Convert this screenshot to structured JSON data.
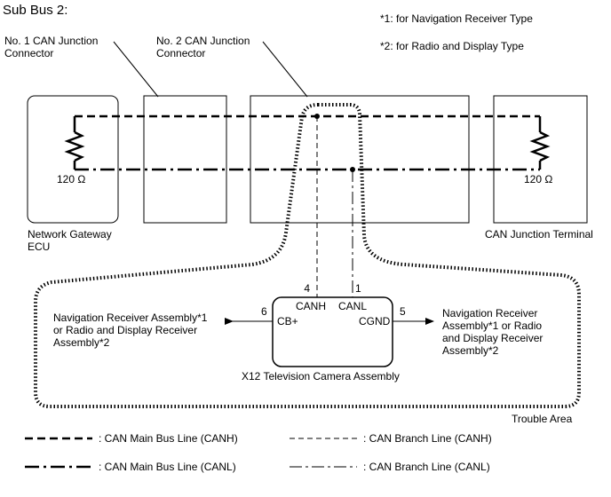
{
  "title": "Sub Bus 2:",
  "notes": {
    "note1": "*1: for Navigation Receiver Type",
    "note2": "*2: for Radio and Display Type"
  },
  "components": {
    "jc1_line1": "No. 1 CAN Junction",
    "jc1_line2": "Connector",
    "jc2_line1": "No. 2 CAN Junction",
    "jc2_line2": "Connector",
    "gateway_line1": "Network Gateway",
    "gateway_line2": "ECU",
    "terminal": "CAN Junction Terminal",
    "resistor_left": "120 Ω",
    "resistor_right": "120 Ω",
    "camera": "X12  Television Camera Assembly",
    "trouble_area": "Trouble Area"
  },
  "pins": {
    "canh_num": "4",
    "canh_label": "CANH",
    "canl_num": "1",
    "canl_label": "CANL",
    "cb_num": "6",
    "cb_label": "CB+",
    "cgnd_num": "5",
    "cgnd_label": "CGND"
  },
  "left_device": {
    "line1": "Navigation Receiver Assembly*1",
    "line2": "or Radio and Display Receiver",
    "line3": "Assembly*2"
  },
  "right_device": {
    "line1": "Navigation Receiver",
    "line2": "Assembly*1 or Radio",
    "line3": "and Display Receiver",
    "line4": "Assembly*2"
  },
  "legend": {
    "main_canh": ": CAN Main Bus Line (CANH)",
    "main_canl": ": CAN Main Bus Line (CANL)",
    "branch_canh": ": CAN Branch Line (CANH)",
    "branch_canl": ": CAN Branch Line (CANL)"
  }
}
